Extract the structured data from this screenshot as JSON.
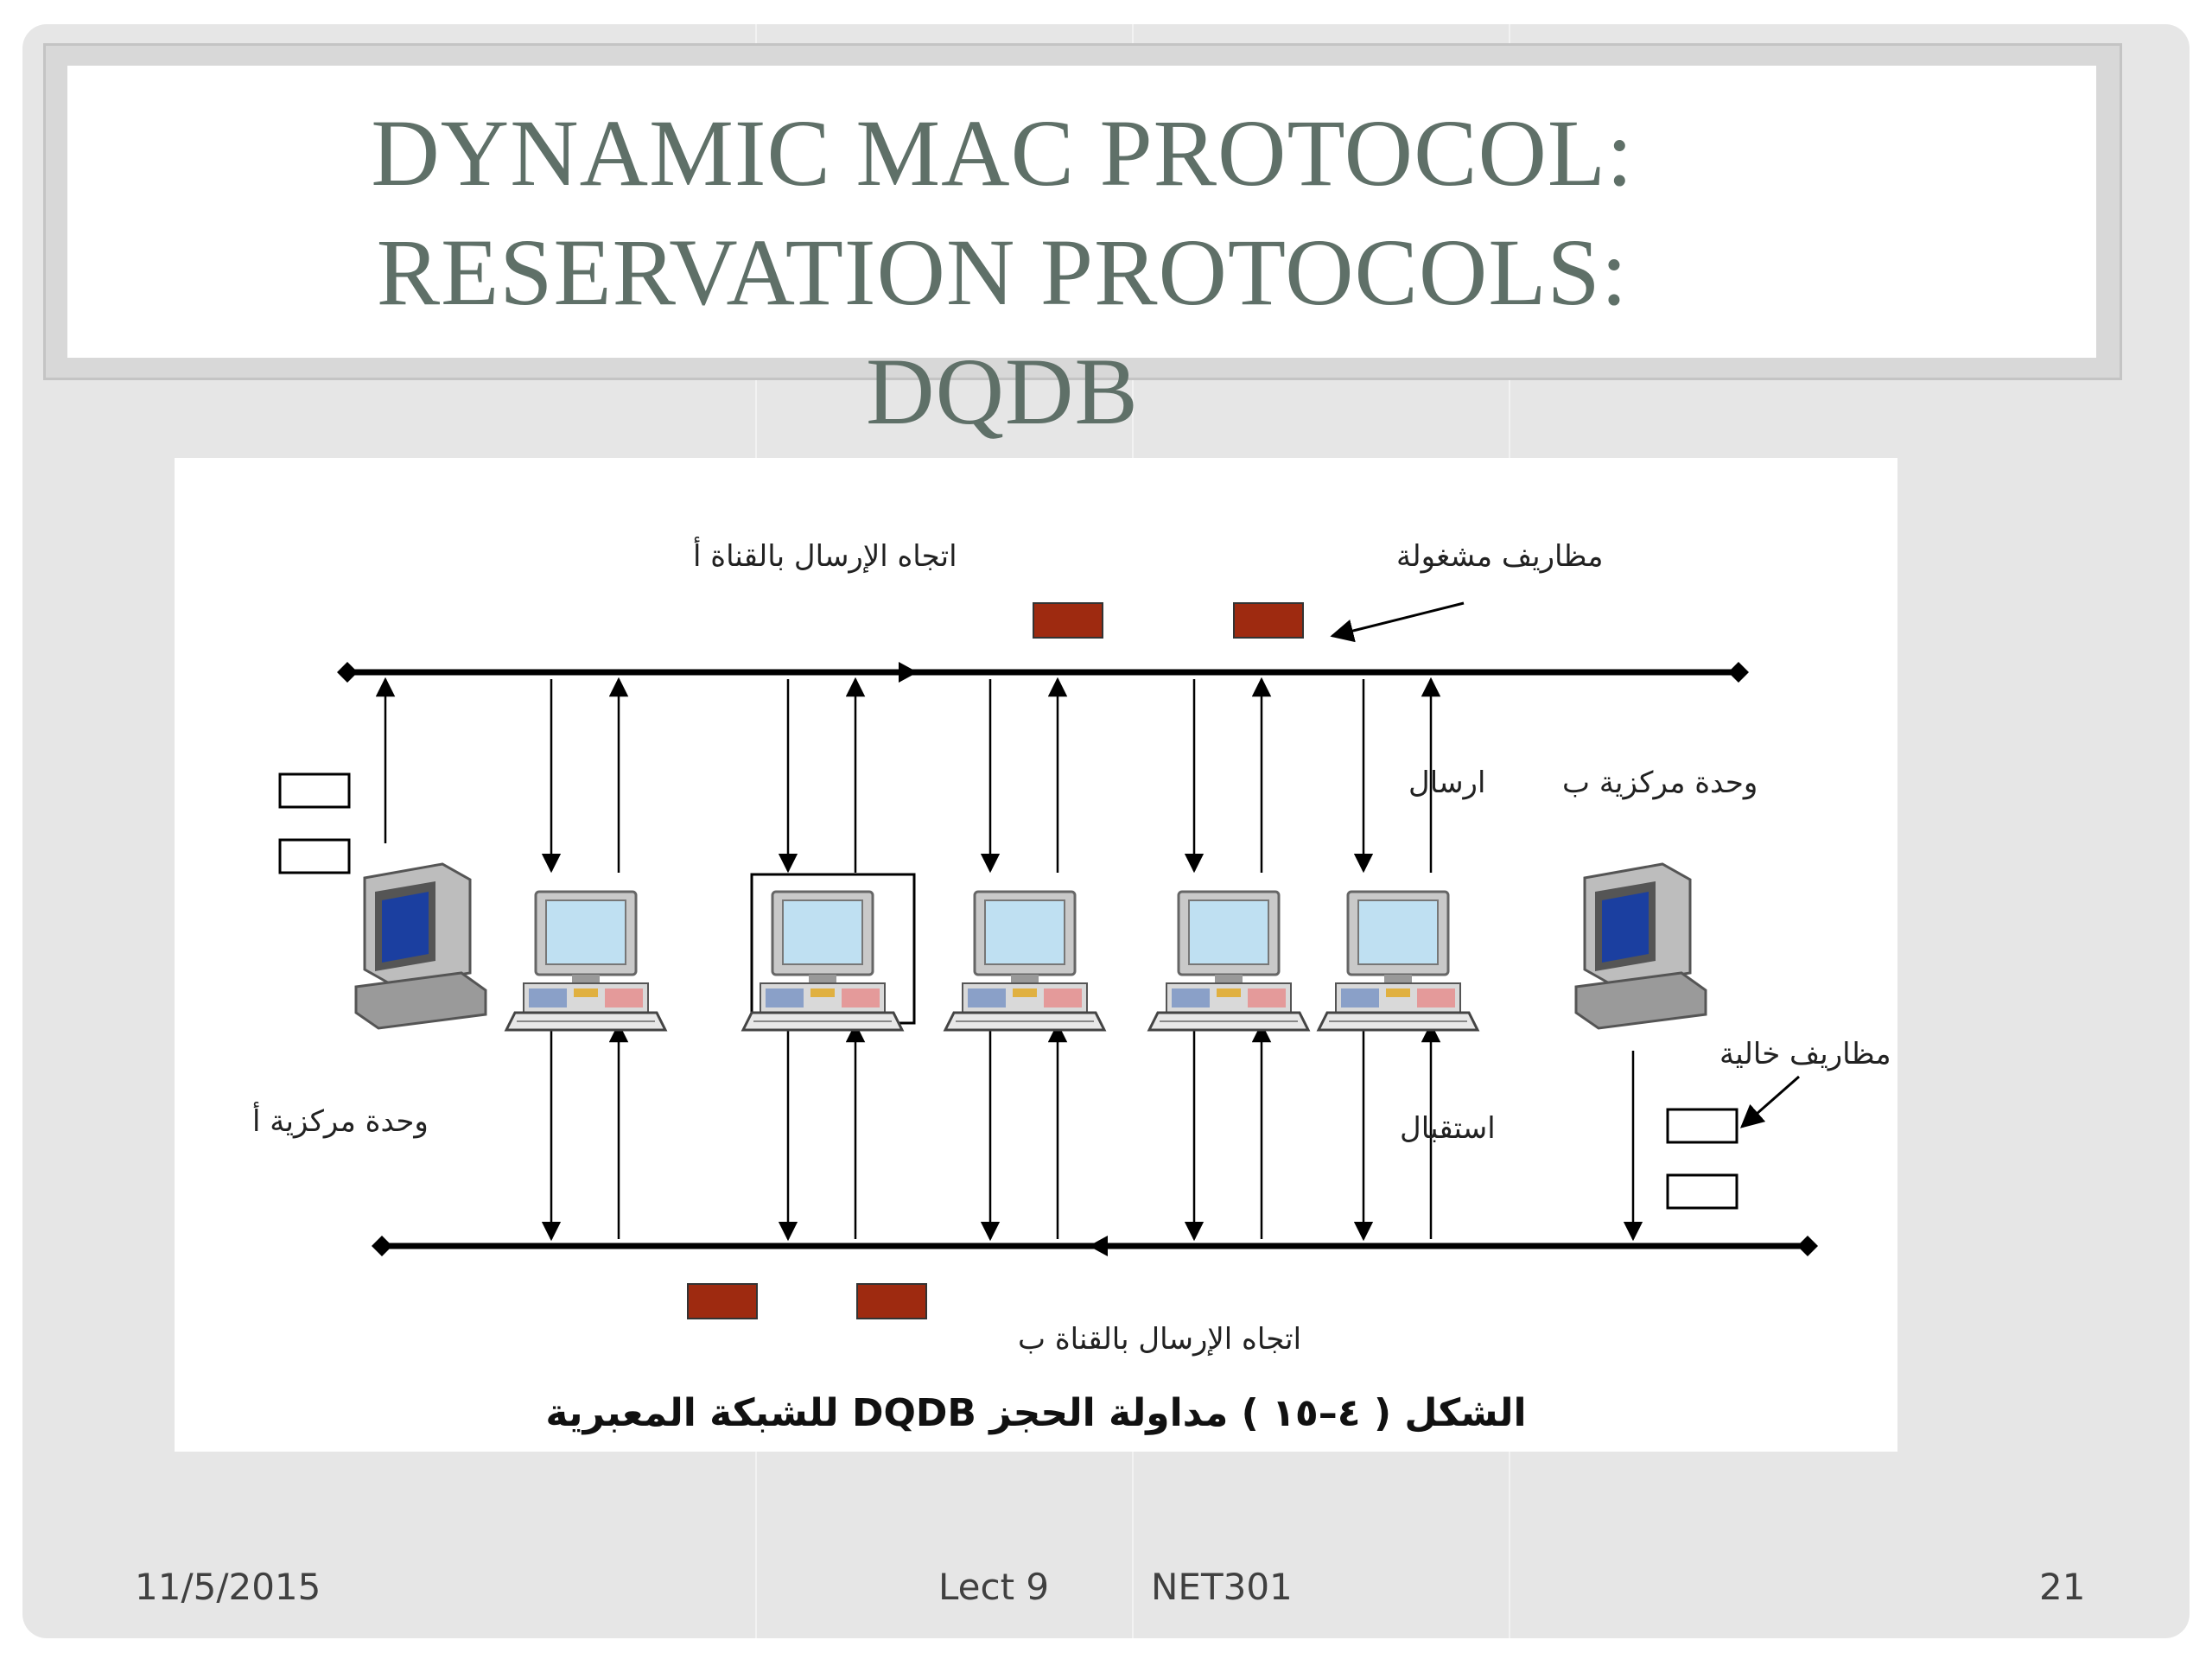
{
  "slide": {
    "title_lines": [
      "DYNAMIC MAC PROTOCOL:",
      "RESERVATION PROTOCOLS:",
      "DQDB"
    ]
  },
  "figure": {
    "label_direction_a": "اتجاه الإرسال بالقناة أ",
    "label_busy_slots": "مظاريف مشغولة",
    "label_send": "ارسال",
    "label_central_b": "وحدة مركزية ب",
    "label_empty_slots": "مظاريف خالية",
    "label_central_a": "وحدة مركزية أ",
    "label_receive": "استقبال",
    "label_direction_b": "اتجاه الإرسال بالقناة ب",
    "caption": "الشكل ( ٤–١٥ ) مداولة الحجز DQDB للشبكة المعبرية",
    "colors": {
      "busy_slot": "#9e2a10",
      "bus": "#000000"
    }
  },
  "footer": {
    "date": "11/5/2015",
    "lecture": "Lect 9",
    "course": "NET301",
    "page": "21"
  }
}
